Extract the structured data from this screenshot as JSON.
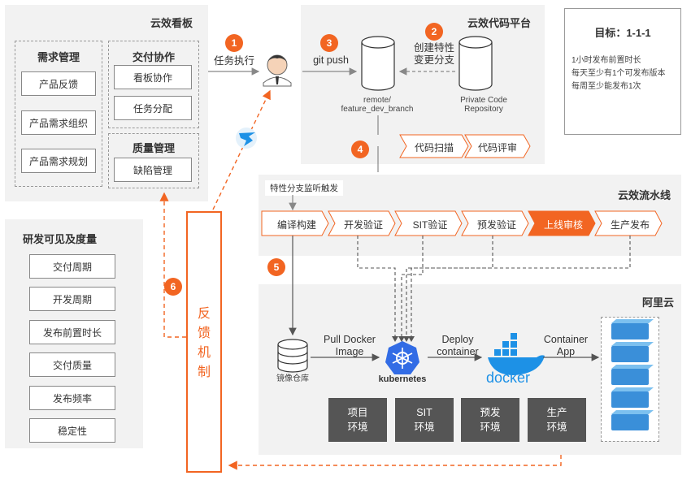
{
  "board": {
    "title": "云效看板",
    "req_group": "需求管理",
    "req_items": [
      "产品反馈",
      "产品需求组织",
      "产品需求规划"
    ],
    "delivery_group": "交付协作",
    "delivery_items": [
      "看板协作",
      "任务分配"
    ],
    "quality_group": "质量管理",
    "quality_items": [
      "缺陷管理"
    ]
  },
  "code": {
    "title": "云效代码平台",
    "remote_label": "remote/\nfeature_dev_branch",
    "private_label": "Private Code\nRepository",
    "scan": "代码扫描",
    "review": "代码评审"
  },
  "steps": {
    "s1": "1",
    "s1_label": "任务执行",
    "s2": "2",
    "s2_label": "创建特性\n变更分支",
    "s3": "3",
    "s3_label": "git push",
    "s4": "4",
    "s5": "5",
    "s6": "6",
    "trigger_label": "特性分支监听触发"
  },
  "goals": {
    "title": "目标：1-1-1",
    "lines": [
      "1小时发布前置时长",
      "每天至少有1个可发布版本",
      "每周至少能发布1次"
    ]
  },
  "pipeline": {
    "title": "云效流水线",
    "stages": [
      "编译构建",
      "开发验证",
      "SIT验证",
      "预发验证",
      "上线审核",
      "生产发布"
    ],
    "active_index": 4
  },
  "metrics": {
    "title": "研发可见及度量",
    "items": [
      "交付周期",
      "开发周期",
      "发布前置时长",
      "交付质量",
      "发布频率",
      "稳定性"
    ]
  },
  "feedback": {
    "label": "反\n馈\n机\n制"
  },
  "cloud": {
    "title": "阿里云",
    "registry": "镜像仓库",
    "pull_label": "Pull Docker\nImage",
    "k8s": "kubernetes",
    "deploy_label": "Deploy\ncontainer",
    "docker": "docker",
    "container_label": "Container\nApp",
    "envs": [
      "项目\n环境",
      "SIT\n环境",
      "预发\n环境",
      "生产\n环境"
    ]
  },
  "colors": {
    "accent": "#f26522",
    "panel": "#f2f2f2",
    "k8s": "#326ce5",
    "docker": "#1d91e6"
  }
}
